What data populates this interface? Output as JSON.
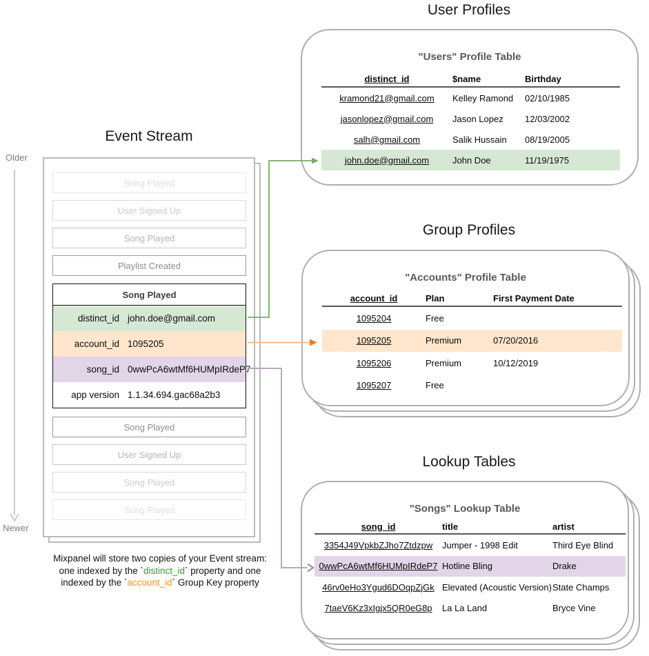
{
  "titles": {
    "event_stream": "Event Stream",
    "user_profiles": "User Profiles",
    "group_profiles": "Group Profiles",
    "lookup_tables": "Lookup Tables"
  },
  "event_stream": {
    "older": "Older",
    "newer": "Newer",
    "events_before": [
      {
        "label": "Song Played"
      },
      {
        "label": "User Signed Up"
      },
      {
        "label": "Song Played"
      },
      {
        "label": "Playlist Created"
      }
    ],
    "expanded": {
      "title": "Song Played",
      "rows": [
        {
          "key": "distinct_id",
          "value": "john.doe@gmail.com",
          "highlight": "green"
        },
        {
          "key": "account_id",
          "value": "1095205",
          "highlight": "orange"
        },
        {
          "key": "song_id",
          "value": "0wwPcA6wtMf6HUMpIRdeP7",
          "highlight": "purple"
        },
        {
          "key": "app version",
          "value": "1.1.34.694.gac68a2b3",
          "highlight": "none"
        }
      ]
    },
    "events_after": [
      {
        "label": "Song Played"
      },
      {
        "label": "User Signed Up"
      },
      {
        "label": "Song Played"
      },
      {
        "label": "Song Played"
      }
    ]
  },
  "users_table": {
    "title": "\"Users\" Profile Table",
    "columns": [
      "distinct_id",
      "$name",
      "Birthday"
    ],
    "rows": [
      [
        "kramond21@gmail.com",
        "Kelley Ramond",
        "02/10/1985"
      ],
      [
        "jasonlopez@gmail.com",
        "Jason Lopez",
        "12/03/2002"
      ],
      [
        "salh@gmail.com",
        "Salik Hussain",
        "08/19/2005"
      ],
      [
        "john.doe@gmail.com",
        "John Doe",
        "11/19/1975"
      ]
    ],
    "highlighted_row_index": 3
  },
  "accounts_table": {
    "title": "\"Accounts\" Profile Table",
    "columns": [
      "account_id",
      "Plan",
      "First Payment Date"
    ],
    "rows": [
      [
        "1095204",
        "Free",
        ""
      ],
      [
        "1095205",
        "Premium",
        "07/20/2016"
      ],
      [
        "1095206",
        "Premium",
        "10/12/2019"
      ],
      [
        "1095207",
        "Free",
        ""
      ]
    ],
    "highlighted_row_index": 1
  },
  "songs_table": {
    "title": "\"Songs\" Lookup Table",
    "columns": [
      "song_id",
      "title",
      "artist"
    ],
    "rows": [
      [
        "3354J49VpkbZJho7Ztdzpw",
        "Jumper - 1998 Edit",
        "Third Eye Blind"
      ],
      [
        "0wwPcA6wtMf6HUMpIRdeP7",
        "Hotline Bling",
        "Drake"
      ],
      [
        "46rv0eHo3Ygud6DOqpZjGk",
        "Elevated (Acoustic Version)",
        "State Champs"
      ],
      [
        "7taeV6Kz3xIgjx5QR0eG8p",
        "La La Land",
        "Bryce Vine"
      ]
    ],
    "highlighted_row_index": 1
  },
  "caption": {
    "line1": "Mixpanel will store two copies of your Event stream:",
    "line2_pre": "one indexed by the `",
    "line2_key": "distinct_id",
    "line2_post": "` property and one",
    "line3_pre": "indexed by the `",
    "line3_key": "account_id",
    "line3_post": "` Group Key property"
  },
  "colors": {
    "highlight_green": "#d5e8d4",
    "highlight_orange": "#ffe6cc",
    "highlight_purple": "#e1d5e7",
    "arrow_green": "#76ad63",
    "arrow_orange_line": "#f0bd84",
    "arrow_orange_head": "#ee7d1f",
    "arrow_purple_line": "#b7a8c0",
    "arrow_purple_head": "#93879e",
    "caption_green": "#33a02c",
    "caption_orange": "#ff9311",
    "card_border": "#aeaeae"
  }
}
